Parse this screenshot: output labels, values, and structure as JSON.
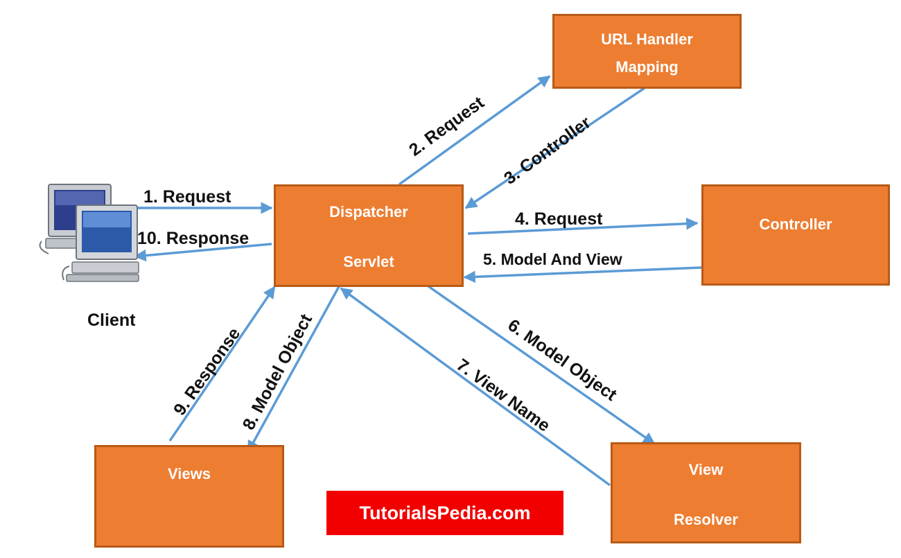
{
  "nodes": {
    "url_handler": {
      "line1": "URL Handler",
      "line2": "Mapping"
    },
    "dispatcher": {
      "line1": "Dispatcher",
      "line2": "Servlet"
    },
    "controller": {
      "label": "Controller"
    },
    "view_resolver": {
      "line1": "View",
      "line2": "Resolver"
    },
    "views": {
      "label": "Views"
    },
    "client": {
      "label": "Client"
    }
  },
  "edges": {
    "e1": "1. Request",
    "e2": "2. Request",
    "e3": "3. Controller",
    "e4": "4. Request",
    "e5": "5. Model And View",
    "e6": "6. Model Object",
    "e7": "7. View Name",
    "e8": "8. Model Object",
    "e9": "9. Response",
    "e10": "10. Response"
  },
  "brand": {
    "label": "TutorialsPedia.com"
  },
  "icons": {
    "client": "desktop-computers-icon"
  },
  "colors": {
    "box": "#ED7D31",
    "arrow": "#5B9BD5",
    "brand": "#F20000"
  }
}
